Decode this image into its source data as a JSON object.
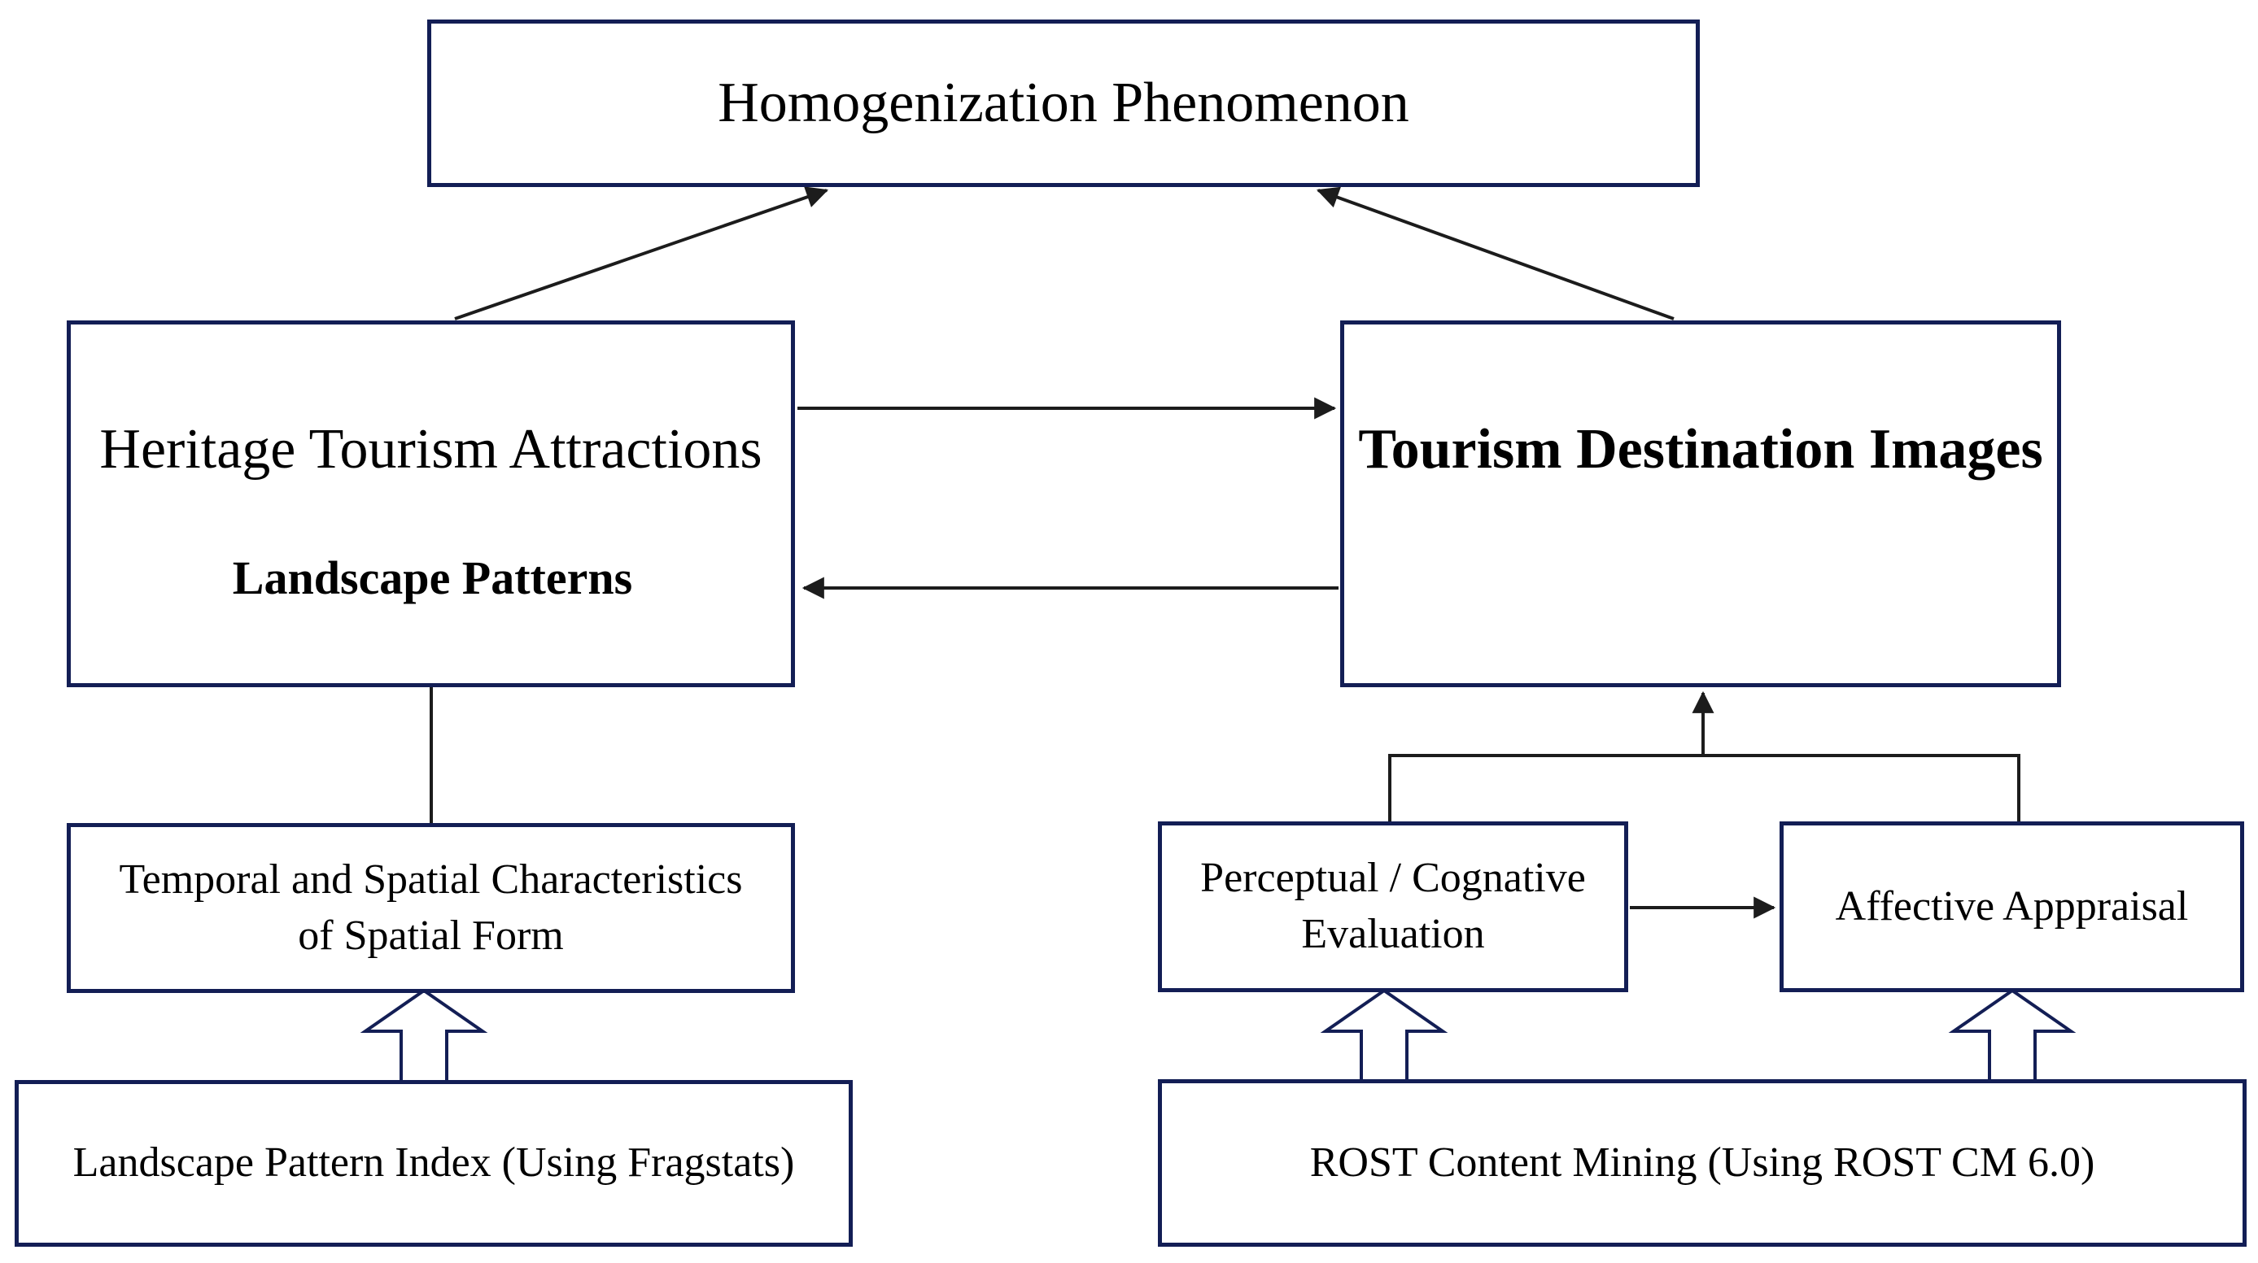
{
  "diagram": {
    "homogenization": {
      "label": "Homogenization Phenomenon"
    },
    "heritage": {
      "label": "Heritage Tourism Attractions"
    },
    "landscape_patterns": {
      "label": "Landscape Patterns"
    },
    "tourism": {
      "label": "Tourism Destination Images"
    },
    "temporal": {
      "line1": "Temporal and Spatial Characteristics",
      "line2": "of Spatial Form"
    },
    "lpi": {
      "label": "Landscape Pattern Index (Using Fragstats)"
    },
    "perceptual": {
      "line1": "Perceptual / Cognative",
      "line2": "Evaluation"
    },
    "affective": {
      "label": "Affective Apppraisal"
    },
    "rost": {
      "label": "ROST Content Mining (Using ROST CM 6.0)"
    }
  },
  "colors": {
    "border": "#131e55",
    "arrow": "#1c1c1c",
    "background": "#ffffff",
    "text": "#000000"
  }
}
